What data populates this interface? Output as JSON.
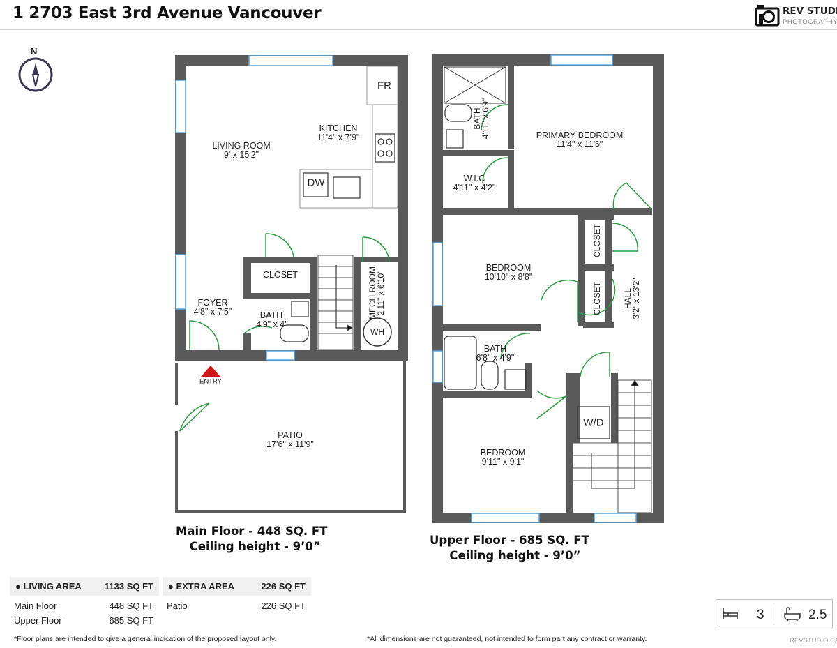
{
  "title": "1 2703 East 3rd Avenue Vancouver",
  "logo": {
    "main": "REV STUDIO",
    "sub": "PHOTOGRAPHY",
    "icon": "camera-icon"
  },
  "compass": {
    "label": "N",
    "icon": "compass-icon"
  },
  "main_floor": {
    "caption_line1": "Main Floor - 448 SQ. FT",
    "caption_line2": "Ceiling height - 9’0”",
    "rooms": {
      "living": {
        "name": "LIVING ROOM",
        "dims": "9' x 15'2\""
      },
      "kitchen": {
        "name": "KITCHEN",
        "dims": "11'4\" x 7'9\""
      },
      "foyer": {
        "name": "FOYER",
        "dims": "4'8\" x 7'5\""
      },
      "bath": {
        "name": "BATH",
        "dims": "4'9\" x 4'"
      },
      "closet": {
        "name": "CLOSET"
      },
      "mech": {
        "name": "MECH ROOM",
        "dims": "2'11\" x 6'10\""
      },
      "patio": {
        "name": "PATIO",
        "dims": "17'6\" x 11'9\""
      }
    },
    "fixtures": {
      "fridge": "FR",
      "dishwasher": "DW",
      "water_heater": "WH"
    },
    "entry_label": "ENTRY"
  },
  "upper_floor": {
    "caption_line1": "Upper Floor - 685 SQ. FT",
    "caption_line2": "Ceiling height - 9’0”",
    "rooms": {
      "primary": {
        "name": "PRIMARY BEDROOM",
        "dims": "11'4\" x 11'6\""
      },
      "ensuite": {
        "name": "BATH",
        "dims": "4'11\" x 6'9\""
      },
      "wic": {
        "name": "W.I.C",
        "dims": "4'11\" x 4'2\""
      },
      "bedroom2": {
        "name": "BEDROOM",
        "dims": "10'10\" x 8'8\""
      },
      "closet_a": {
        "name": "CLOSET"
      },
      "closet_b": {
        "name": "CLOSET"
      },
      "hall": {
        "name": "HALL",
        "dims": "3'2\" x 13'2\""
      },
      "bath": {
        "name": "BATH",
        "dims": "6'8\" x 4'9\""
      },
      "bedroom3": {
        "name": "BEDROOM",
        "dims": "9'11\" x 9'1\""
      }
    },
    "fixtures": {
      "washer_dryer": "W/D"
    }
  },
  "living_area": {
    "label": "LIVING AREA",
    "total": "1133 SQ FT",
    "rows": [
      {
        "label": "Main Floor",
        "value": "448 SQ FT"
      },
      {
        "label": "Upper Floor",
        "value": "685 SQ FT"
      }
    ]
  },
  "extra_area": {
    "label": "EXTRA AREA",
    "total": "226 SQ FT",
    "rows": [
      {
        "label": "Patio",
        "value": "226 SQ FT"
      }
    ]
  },
  "counts": {
    "bedrooms": "3",
    "bathrooms": "2.5",
    "bed_icon": "bed-icon",
    "bath_icon": "bathtub-icon"
  },
  "footer": {
    "left": "*Floor plans are intended to give a general indication of the proposed layout only.",
    "center": "*All dimensions are not guaranteed, not intended to form part any contract or warranty.",
    "right": "REVSTUDIO.CA"
  },
  "colors": {
    "wall": "#5a5a5a",
    "door": "#2e9b45",
    "window": "#5aa8e0",
    "entry": "#d01818"
  }
}
